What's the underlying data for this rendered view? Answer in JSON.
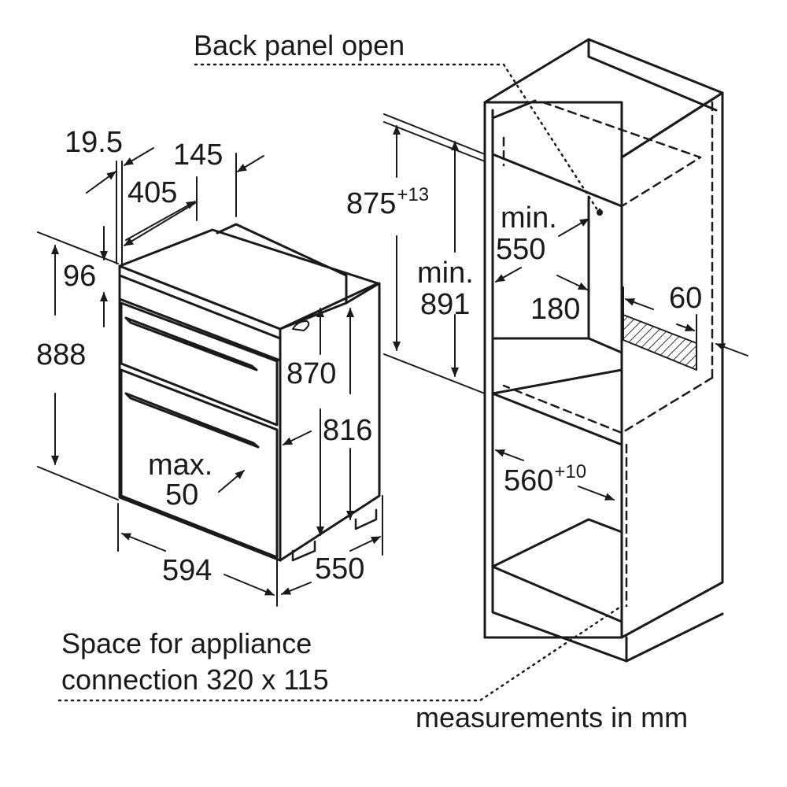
{
  "notes": {
    "back_panel": "Back panel open",
    "appliance_space_line1": "Space for appliance",
    "appliance_space_line2": "connection 320 x 115",
    "units": "measurements in mm"
  },
  "dimensions": {
    "d19_5": "19.5",
    "d145": "145",
    "d405": "405",
    "d96": "96",
    "d888": "888",
    "d870": "870",
    "d816": "816",
    "max_line1": "max.",
    "max_line2": "50",
    "d594": "594",
    "d550": "550",
    "h875": "875",
    "h875_tol": "+13",
    "min891_line1": "min.",
    "min891_line2": "891",
    "min550_line1": "min.",
    "min550_line2": "550",
    "d180": "180",
    "d60": "60",
    "w560": "560",
    "w560_tol": "+10"
  },
  "colors": {
    "line": "#1a1a1a",
    "hatch": "#333333",
    "background": "#ffffff"
  }
}
